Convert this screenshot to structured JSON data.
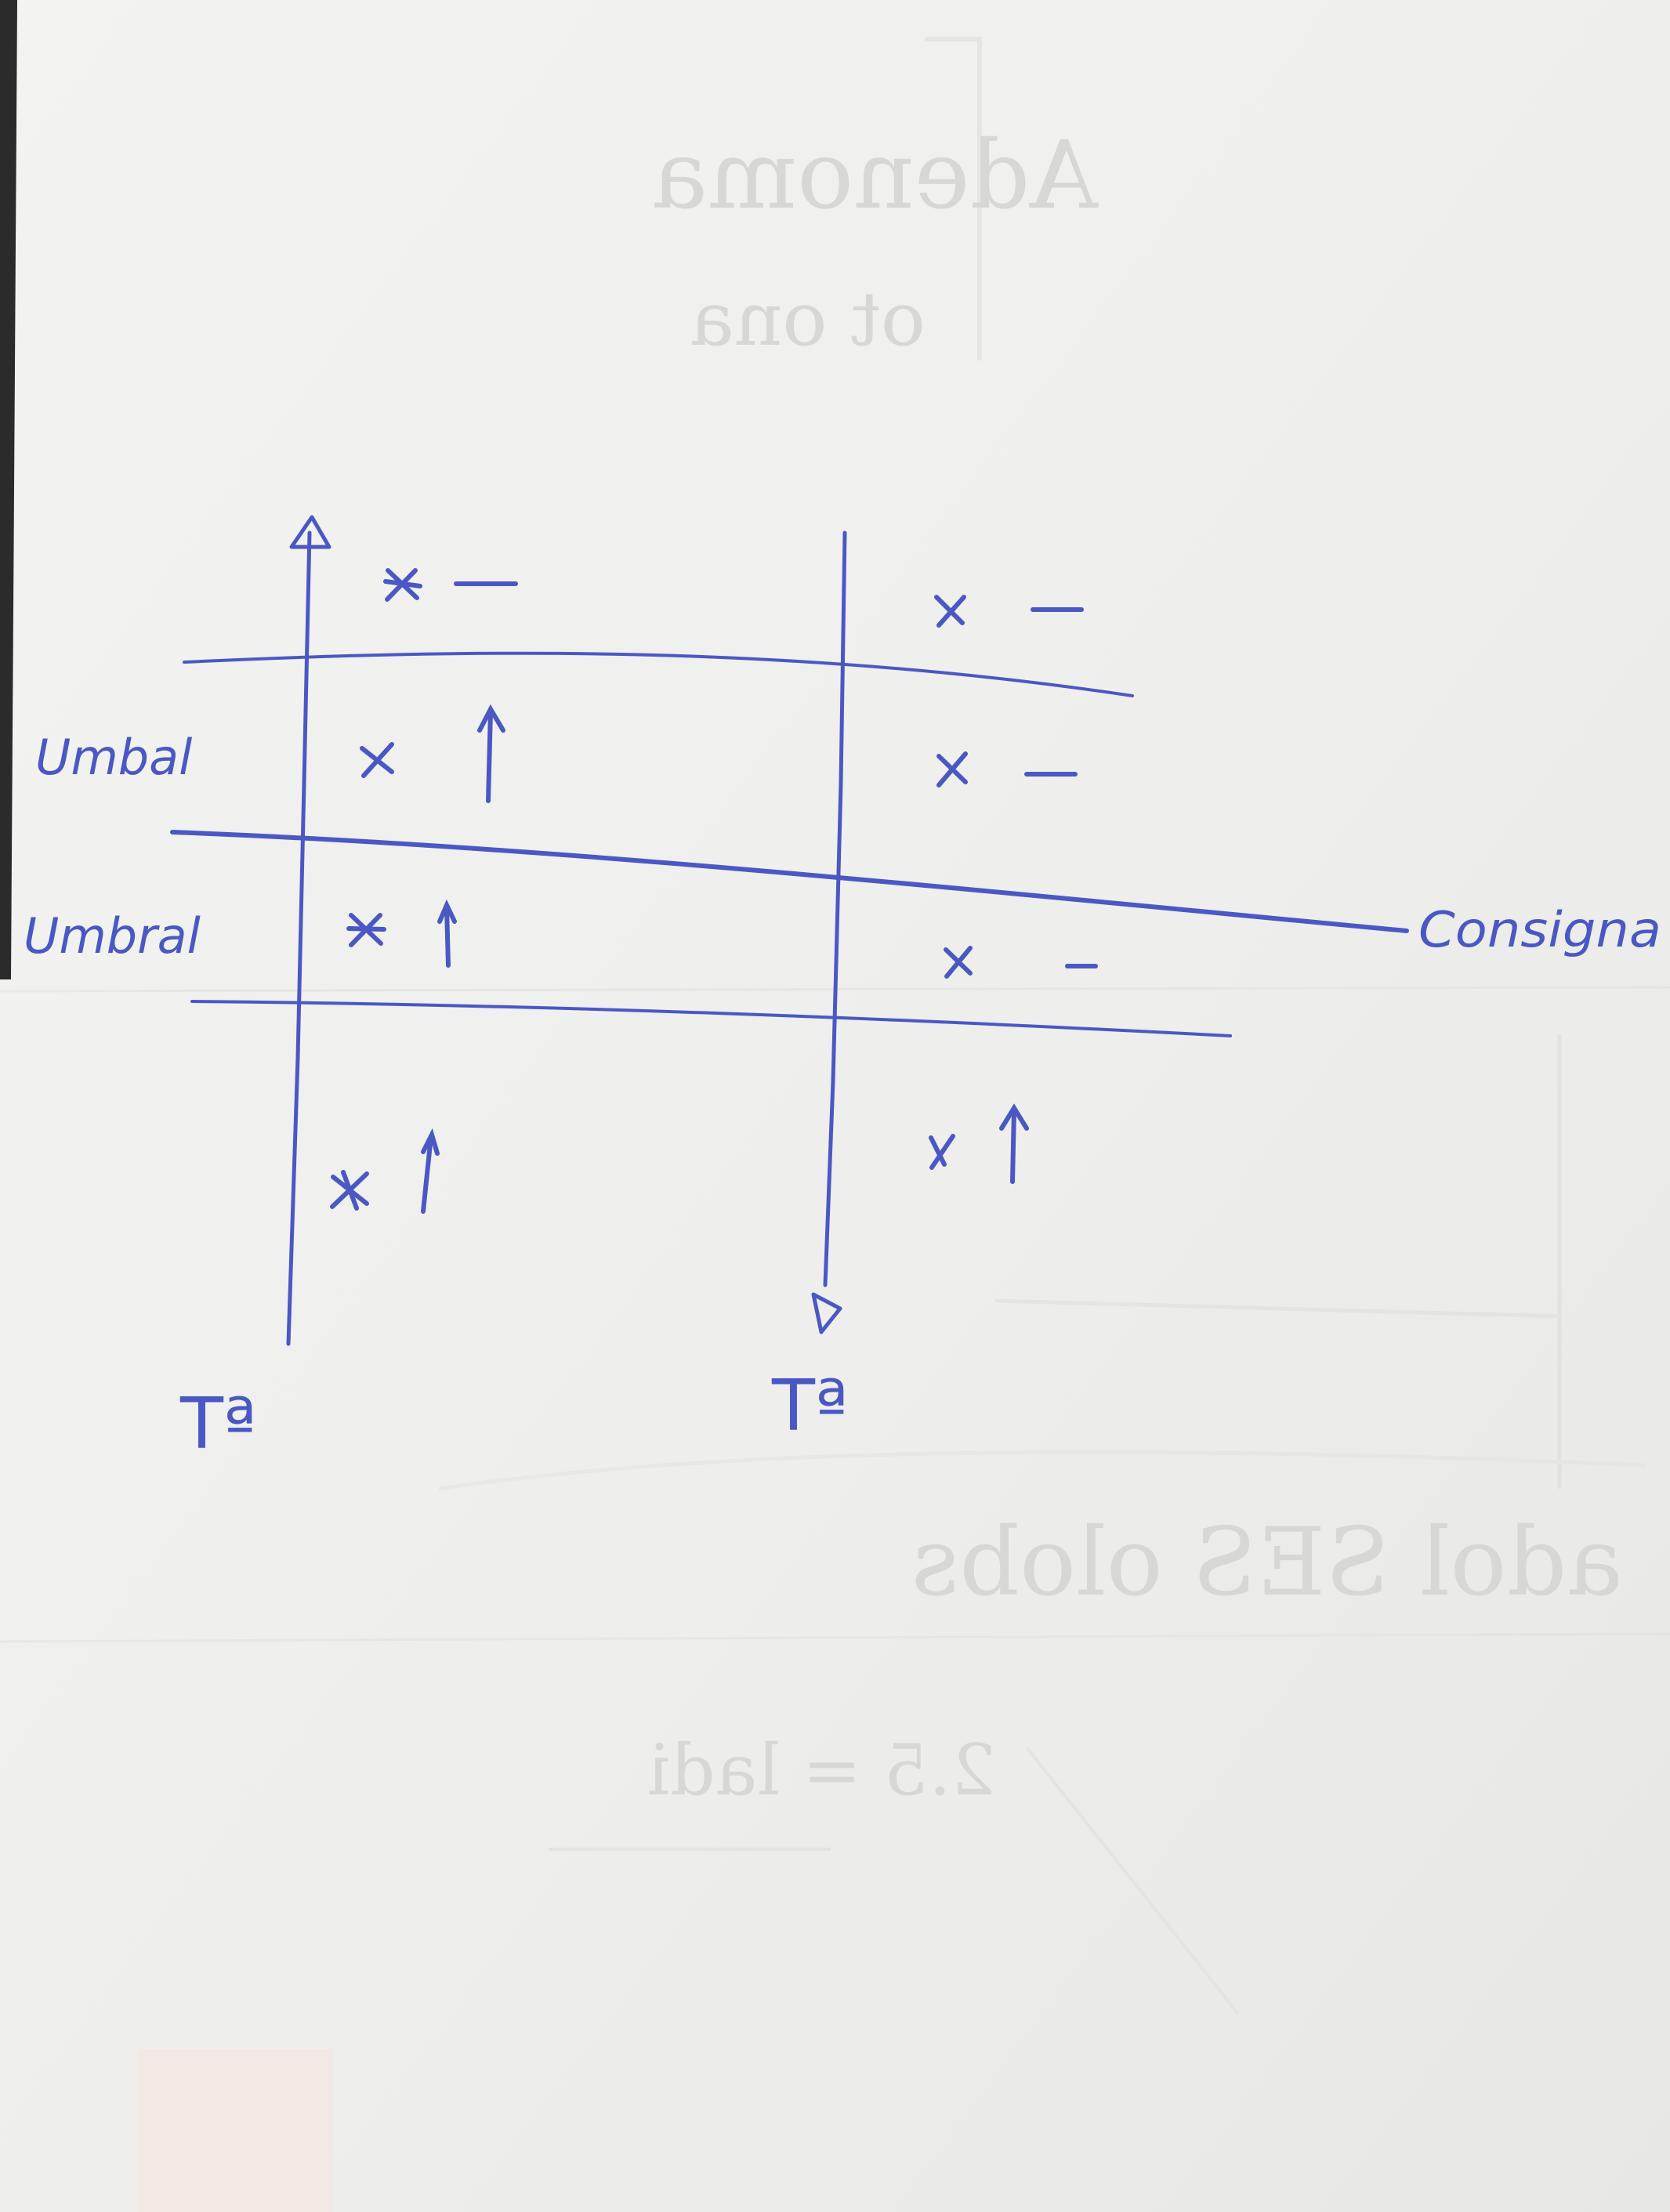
{
  "diagram": {
    "ink_color": "#4a58c4",
    "paper_color": "#f1f1ef",
    "labels": {
      "umbral_top": "Umbal",
      "umbral_bottom": "Umbral",
      "consigna": "Consigna",
      "axis_left": "Tª",
      "axis_right": "Tª"
    },
    "symbols": {
      "cross": "x",
      "arrow_up": "↑",
      "dash": "—"
    }
  }
}
